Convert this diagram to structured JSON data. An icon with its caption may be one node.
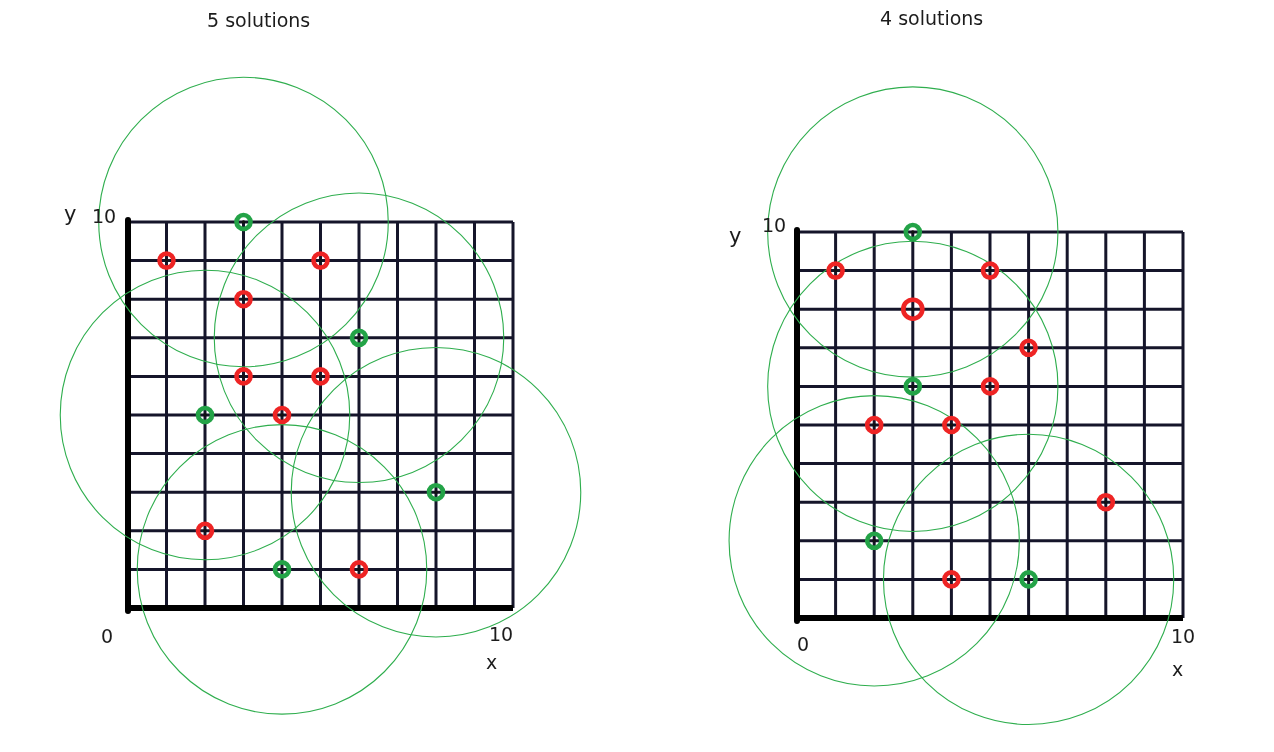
{
  "diagram": {
    "labels": [
      "5 solutions",
      "y",
      "10",
      "0",
      "10",
      "x",
      "4 solutions",
      "y",
      "10",
      "0",
      "10",
      "x"
    ]
  }
}
